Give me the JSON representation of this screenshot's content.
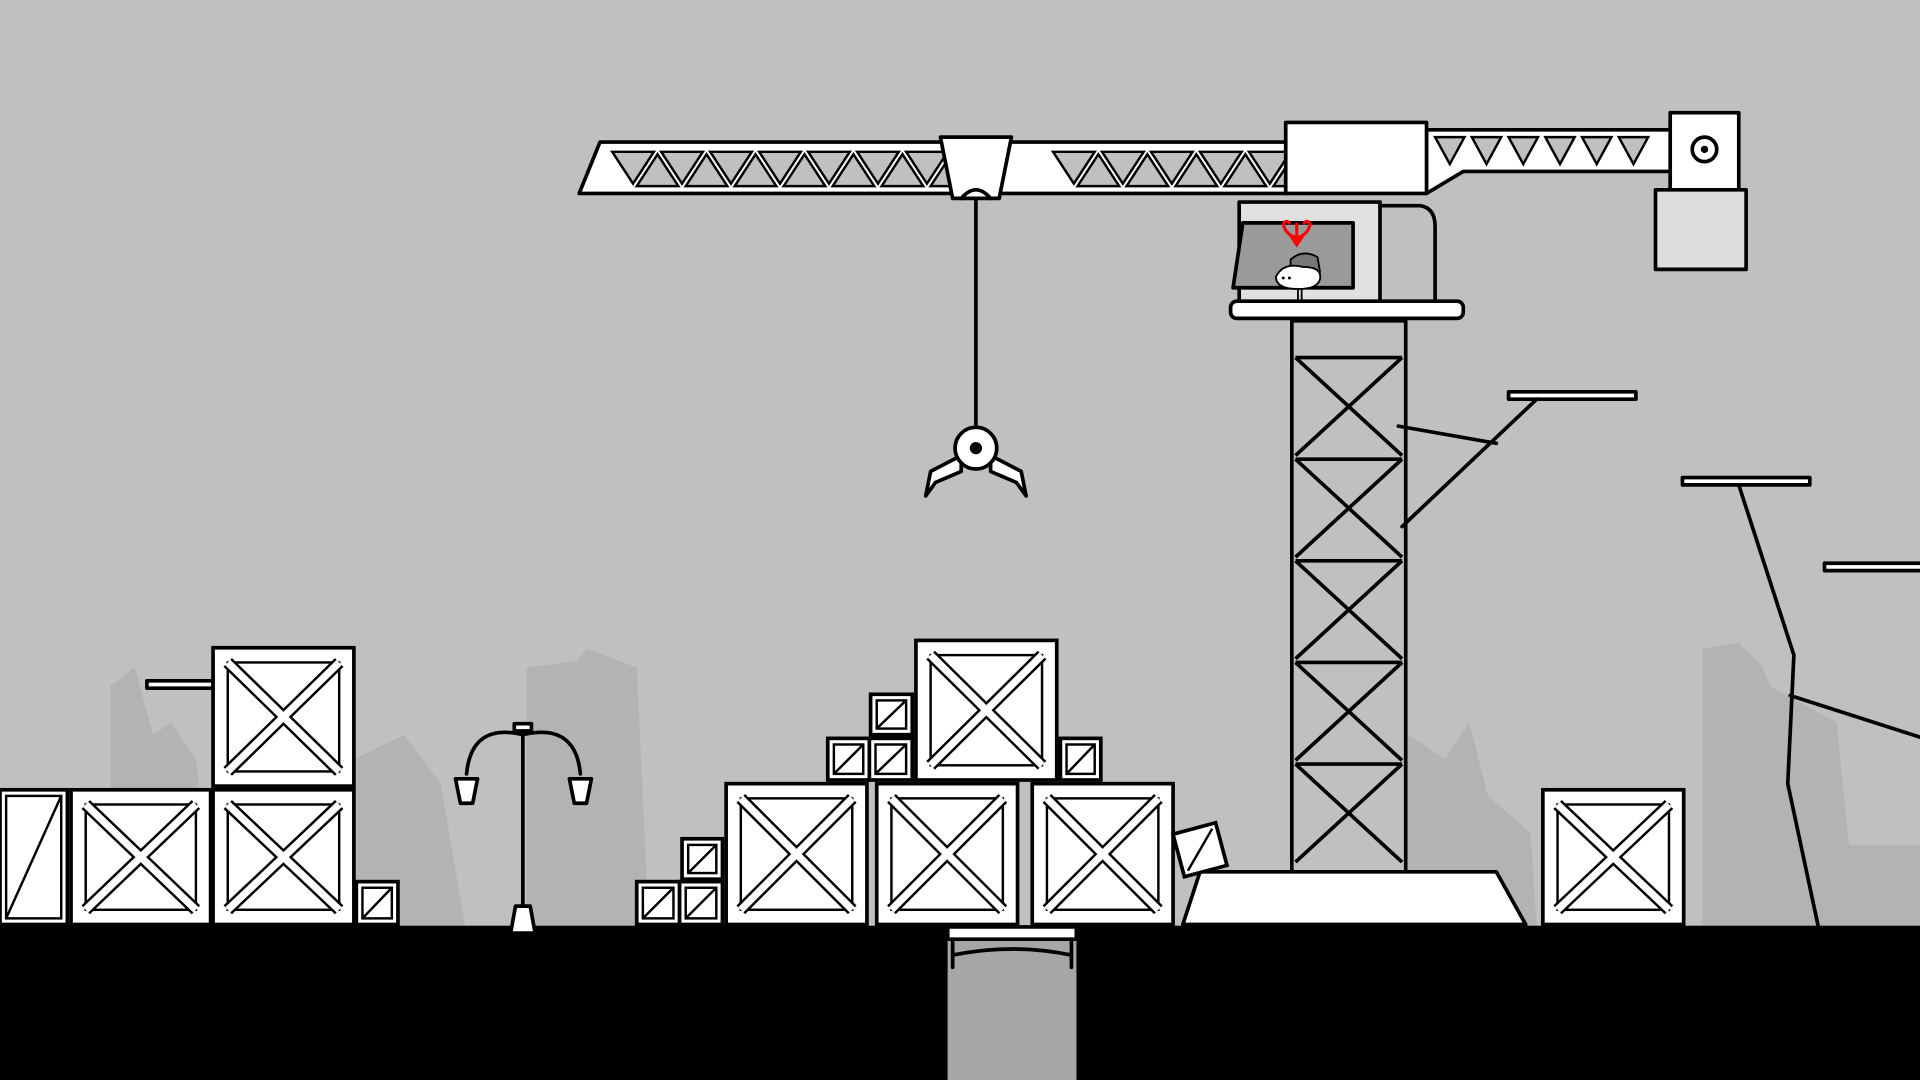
{
  "scene": {
    "type": "side-scrolling platformer level",
    "colors": {
      "sky": "#c0c0c0",
      "silhouette": "#b3b3b3",
      "ground": "#000000",
      "pit": "#a6a6a6",
      "object_fill": "#ffffff",
      "cab_window": "#9a9a9a",
      "marker": "#ff0000"
    },
    "player": {
      "icon": "round-blob-character-with-cap",
      "marker_icon": "red-antler-marker-icon"
    },
    "objects": [
      "tower-crane",
      "crane-claw",
      "wooden-crates",
      "street-lamp",
      "metal-platforms",
      "bridge-pit"
    ]
  }
}
